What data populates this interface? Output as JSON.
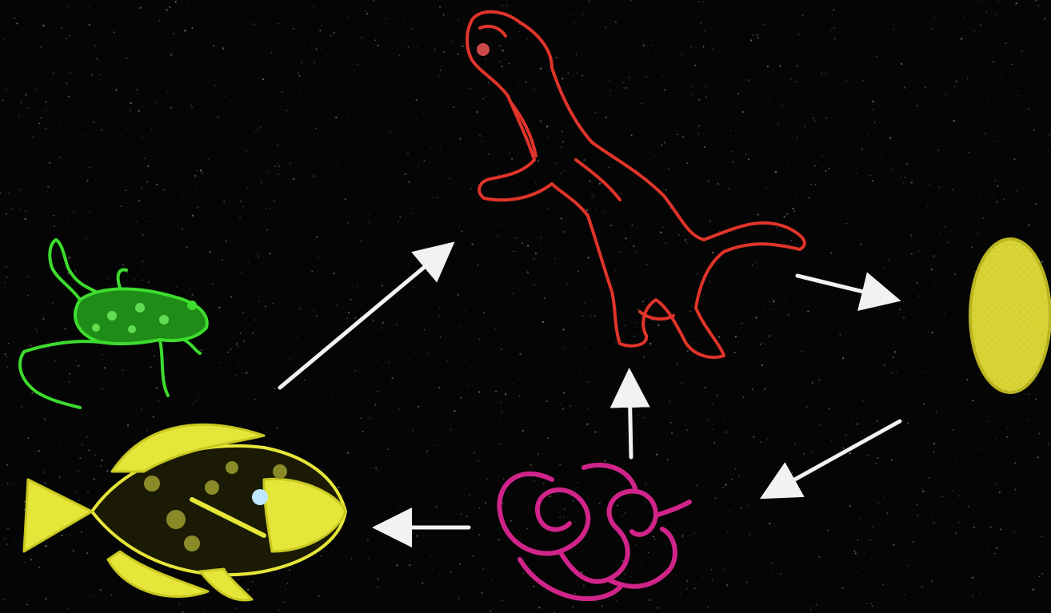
{
  "colors": {
    "background": "#050505",
    "speckle": "#8a8a8a",
    "frog": "#3ddc2e",
    "fish": "#e6e63a",
    "otter": "#e0342a",
    "egg": "#d6d232",
    "worm": "#d0248a",
    "arrow": "#f2f2f2"
  },
  "nodes": [
    {
      "id": "otter",
      "icon": "otter-icon"
    },
    {
      "id": "egg",
      "icon": "egg-icon"
    },
    {
      "id": "worm",
      "icon": "worm-icon"
    },
    {
      "id": "fish",
      "icon": "fish-icon"
    },
    {
      "id": "frog",
      "icon": "frog-icon"
    }
  ],
  "edges": [
    {
      "from": "otter",
      "to": "egg"
    },
    {
      "from": "egg",
      "to": "worm"
    },
    {
      "from": "worm",
      "to": "otter"
    },
    {
      "from": "worm",
      "to": "fish"
    },
    {
      "from": "fish",
      "to": "otter"
    }
  ]
}
